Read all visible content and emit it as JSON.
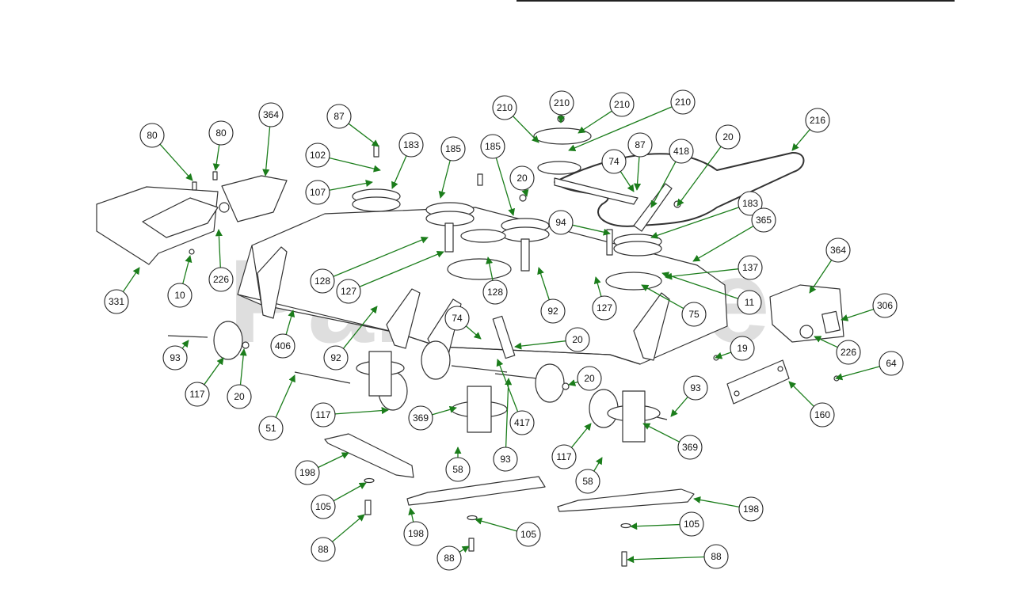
{
  "diagram": {
    "watermark": "PartsTree",
    "callouts": [
      {
        "label": "80"
      },
      {
        "label": "80"
      },
      {
        "label": "364"
      },
      {
        "label": "87"
      },
      {
        "label": "102"
      },
      {
        "label": "183"
      },
      {
        "label": "107"
      },
      {
        "label": "185"
      },
      {
        "label": "185"
      },
      {
        "label": "210"
      },
      {
        "label": "210"
      },
      {
        "label": "210"
      },
      {
        "label": "210"
      },
      {
        "label": "20"
      },
      {
        "label": "74"
      },
      {
        "label": "87"
      },
      {
        "label": "418"
      },
      {
        "label": "20"
      },
      {
        "label": "216"
      },
      {
        "label": "183"
      },
      {
        "label": "94"
      },
      {
        "label": "365"
      },
      {
        "label": "137"
      },
      {
        "label": "11"
      },
      {
        "label": "75"
      },
      {
        "label": "127"
      },
      {
        "label": "92"
      },
      {
        "label": "128"
      },
      {
        "label": "127"
      },
      {
        "label": "128"
      },
      {
        "label": "331"
      },
      {
        "label": "10"
      },
      {
        "label": "226"
      },
      {
        "label": "364"
      },
      {
        "label": "306"
      },
      {
        "label": "226"
      },
      {
        "label": "19"
      },
      {
        "label": "64"
      },
      {
        "label": "160"
      },
      {
        "label": "93"
      },
      {
        "label": "117"
      },
      {
        "label": "20"
      },
      {
        "label": "406"
      },
      {
        "label": "92"
      },
      {
        "label": "74"
      },
      {
        "label": "20"
      },
      {
        "label": "51"
      },
      {
        "label": "117"
      },
      {
        "label": "369"
      },
      {
        "label": "417"
      },
      {
        "label": "20"
      },
      {
        "label": "93"
      },
      {
        "label": "93"
      },
      {
        "label": "369"
      },
      {
        "label": "117"
      },
      {
        "label": "58"
      },
      {
        "label": "58"
      },
      {
        "label": "198"
      },
      {
        "label": "105"
      },
      {
        "label": "88"
      },
      {
        "label": "198"
      },
      {
        "label": "105"
      },
      {
        "label": "88"
      },
      {
        "label": "198"
      },
      {
        "label": "105"
      },
      {
        "label": "88"
      }
    ]
  },
  "colors": {
    "leader": "#1b7d1b",
    "outline": "#333333",
    "watermark": "#d6d6d6",
    "part_fill": "#ffffff",
    "header_rule": "#222222"
  }
}
